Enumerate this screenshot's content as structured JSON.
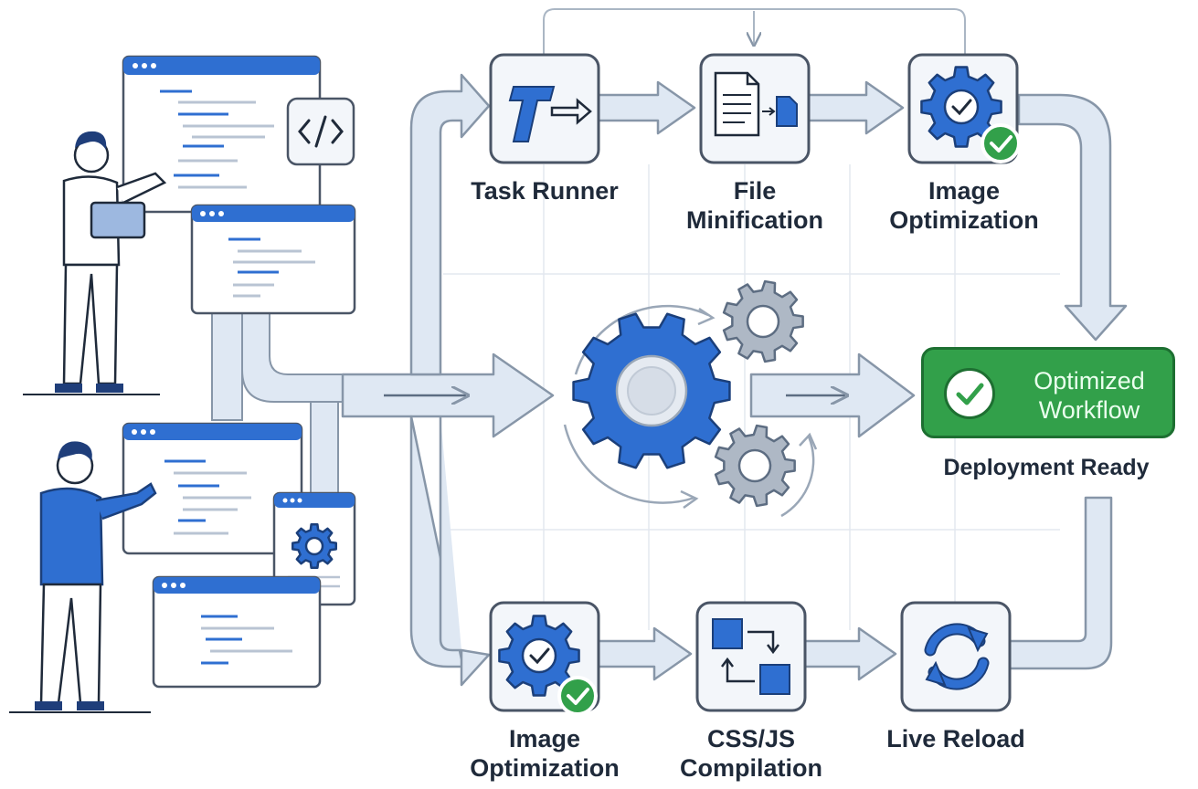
{
  "top_row": [
    {
      "name": "Task Runner",
      "lines": [
        "Task Runner"
      ],
      "icon": "task-runner-icon"
    },
    {
      "name": "File Minification",
      "lines": [
        "File",
        "Minification"
      ],
      "icon": "file-minification-icon"
    },
    {
      "name": "Image Optimization",
      "lines": [
        "Image",
        "Optimization"
      ],
      "icon": "gear-check-icon"
    }
  ],
  "bottom_row": [
    {
      "name": "Image Optimization",
      "lines": [
        "Image",
        "Optimization"
      ],
      "icon": "gear-check-icon"
    },
    {
      "name": "CSS/JS Compilation",
      "lines": [
        "CSS/JS",
        "Compilation"
      ],
      "icon": "compile-icon"
    },
    {
      "name": "Live Reload",
      "lines": [
        "Live Reload"
      ],
      "icon": "reload-icon"
    }
  ],
  "result": {
    "title_lines": [
      "Optimized",
      "Workflow"
    ],
    "subtitle": "Deployment Ready",
    "icon": "check-icon"
  },
  "center": {
    "icon": "central-gear-icon"
  },
  "people": [
    {
      "icon": "developer-with-laptop-icon"
    },
    {
      "icon": "developer-pointing-icon"
    }
  ],
  "colors": {
    "primary_blue": "#2f6fd1",
    "pipe_fill": "#dfe8f3",
    "pipe_stroke": "#8796a8",
    "success_green": "#32a04a",
    "text_dark": "#1f2a3a"
  }
}
